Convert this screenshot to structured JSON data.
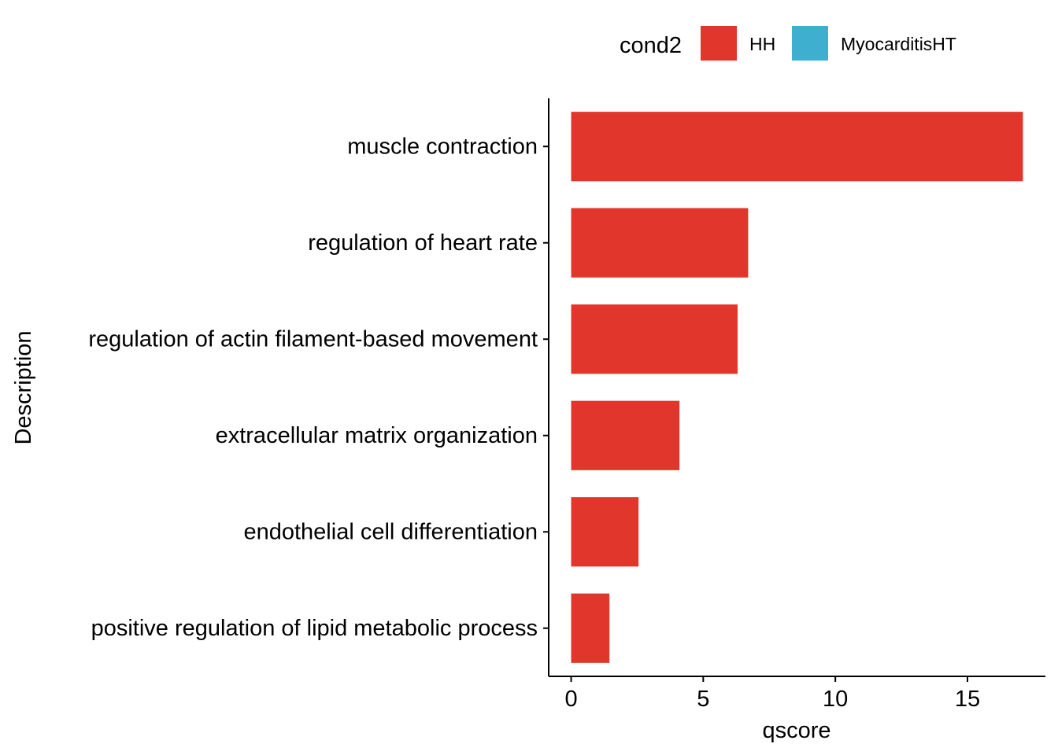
{
  "chart_data": {
    "type": "bar",
    "orientation": "horizontal",
    "categories": [
      "muscle contraction",
      "regulation of heart rate",
      "regulation of actin filament-based movement",
      "extracellular matrix organization",
      "endothelial cell differentiation",
      "positive regulation of lipid metabolic process"
    ],
    "series": [
      {
        "name": "HH",
        "values": [
          17.1,
          6.7,
          6.3,
          4.1,
          2.55,
          1.45
        ]
      }
    ],
    "xlabel": "qscore",
    "ylabel": "Description",
    "xlim": [
      -0.85,
      17.95
    ],
    "xticks": [
      0,
      5,
      10,
      15
    ],
    "grid": false,
    "legend": {
      "title": "cond2",
      "position": "top",
      "entries": [
        {
          "label": "HH",
          "color": "#E0362B"
        },
        {
          "label": "MyocarditisHT",
          "color": "#3FAFCF"
        }
      ]
    }
  }
}
